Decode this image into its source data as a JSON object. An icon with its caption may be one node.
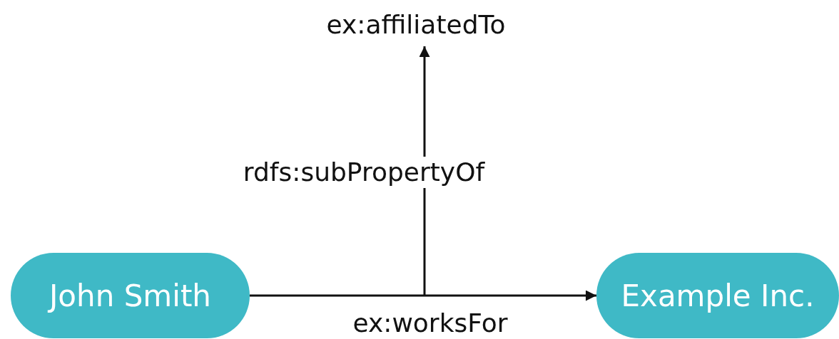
{
  "diagram": {
    "nodes": [
      {
        "text": [
          "John Smith"
        ]
      },
      {
        "text": [
          "Example Inc."
        ]
      },
      {
        "text": [
          "ex:affiliatedTo"
        ]
      }
    ],
    "edges": [
      {
        "from": 0,
        "to": 1,
        "arrow": "to",
        "label": "ex:worksFor"
      },
      {
        "from": null,
        "to": 2,
        "arrow": "to",
        "label": "rdfs:subPropertyOf"
      }
    ]
  }
}
